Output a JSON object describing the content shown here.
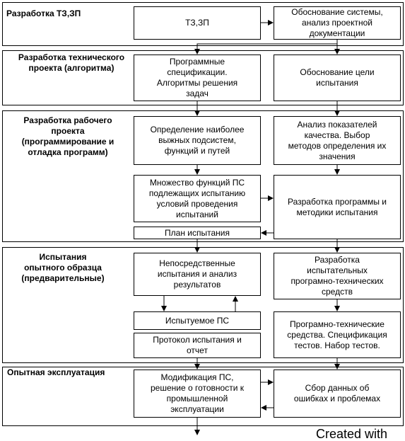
{
  "phases": [
    {
      "id": "p1",
      "label": "Разработка ТЗ,ЗП"
    },
    {
      "id": "p2",
      "label": "Разработка технического\nпроекта (алгоритма)"
    },
    {
      "id": "p3",
      "label": "Разработка рабочего\nпроекта\n(программирование и\nотладка программ)"
    },
    {
      "id": "p4",
      "label": "Испытания\nопытного образца\n(предварительные)"
    },
    {
      "id": "p5",
      "label": "Опытная эксплуатация"
    }
  ],
  "boxes": {
    "tz_zp": "ТЗ,ЗП",
    "system_justification": "Обоснование системы,\nанализ проектной\nдокументации",
    "program_specs": "Программные\nспецификации.\nАлгоритмы решения\nзадач",
    "test_goal": "Обоснование цели\nиспытания",
    "weak_subsystems": "Определение наиболее\nвыжных подсистем,\nфункций и путей",
    "quality_analysis": "Анализ показателей\nкачества. Выбор\nметодов определения их\nзначения",
    "function_set": "Множество функций ПС\nподлежащих испытанию\nусловий проведения\nиспытаний",
    "test_program": "Разработка программы и\nметодики испытания",
    "test_plan": "План испытания",
    "direct_tests": "Непосредственные\nиспытания и анализ\nрезультатов",
    "test_tools_dev": "Разработка\nиспытательных\nпрограмно-технических\nсредств",
    "tested_ps": "Испытуемое  ПС",
    "tools_spec": "Програмно-технические\nсредства. Спецификация\nтестов. Набор тестов.",
    "test_report": "Протокол испытания и\nотчет",
    "modification": "Модификация ПС,\nрешение о готовности к\nпромышленной\nэксплуатации",
    "error_collection": "Сбор данных об\nошибках и проблемах"
  },
  "footer": "Created with"
}
